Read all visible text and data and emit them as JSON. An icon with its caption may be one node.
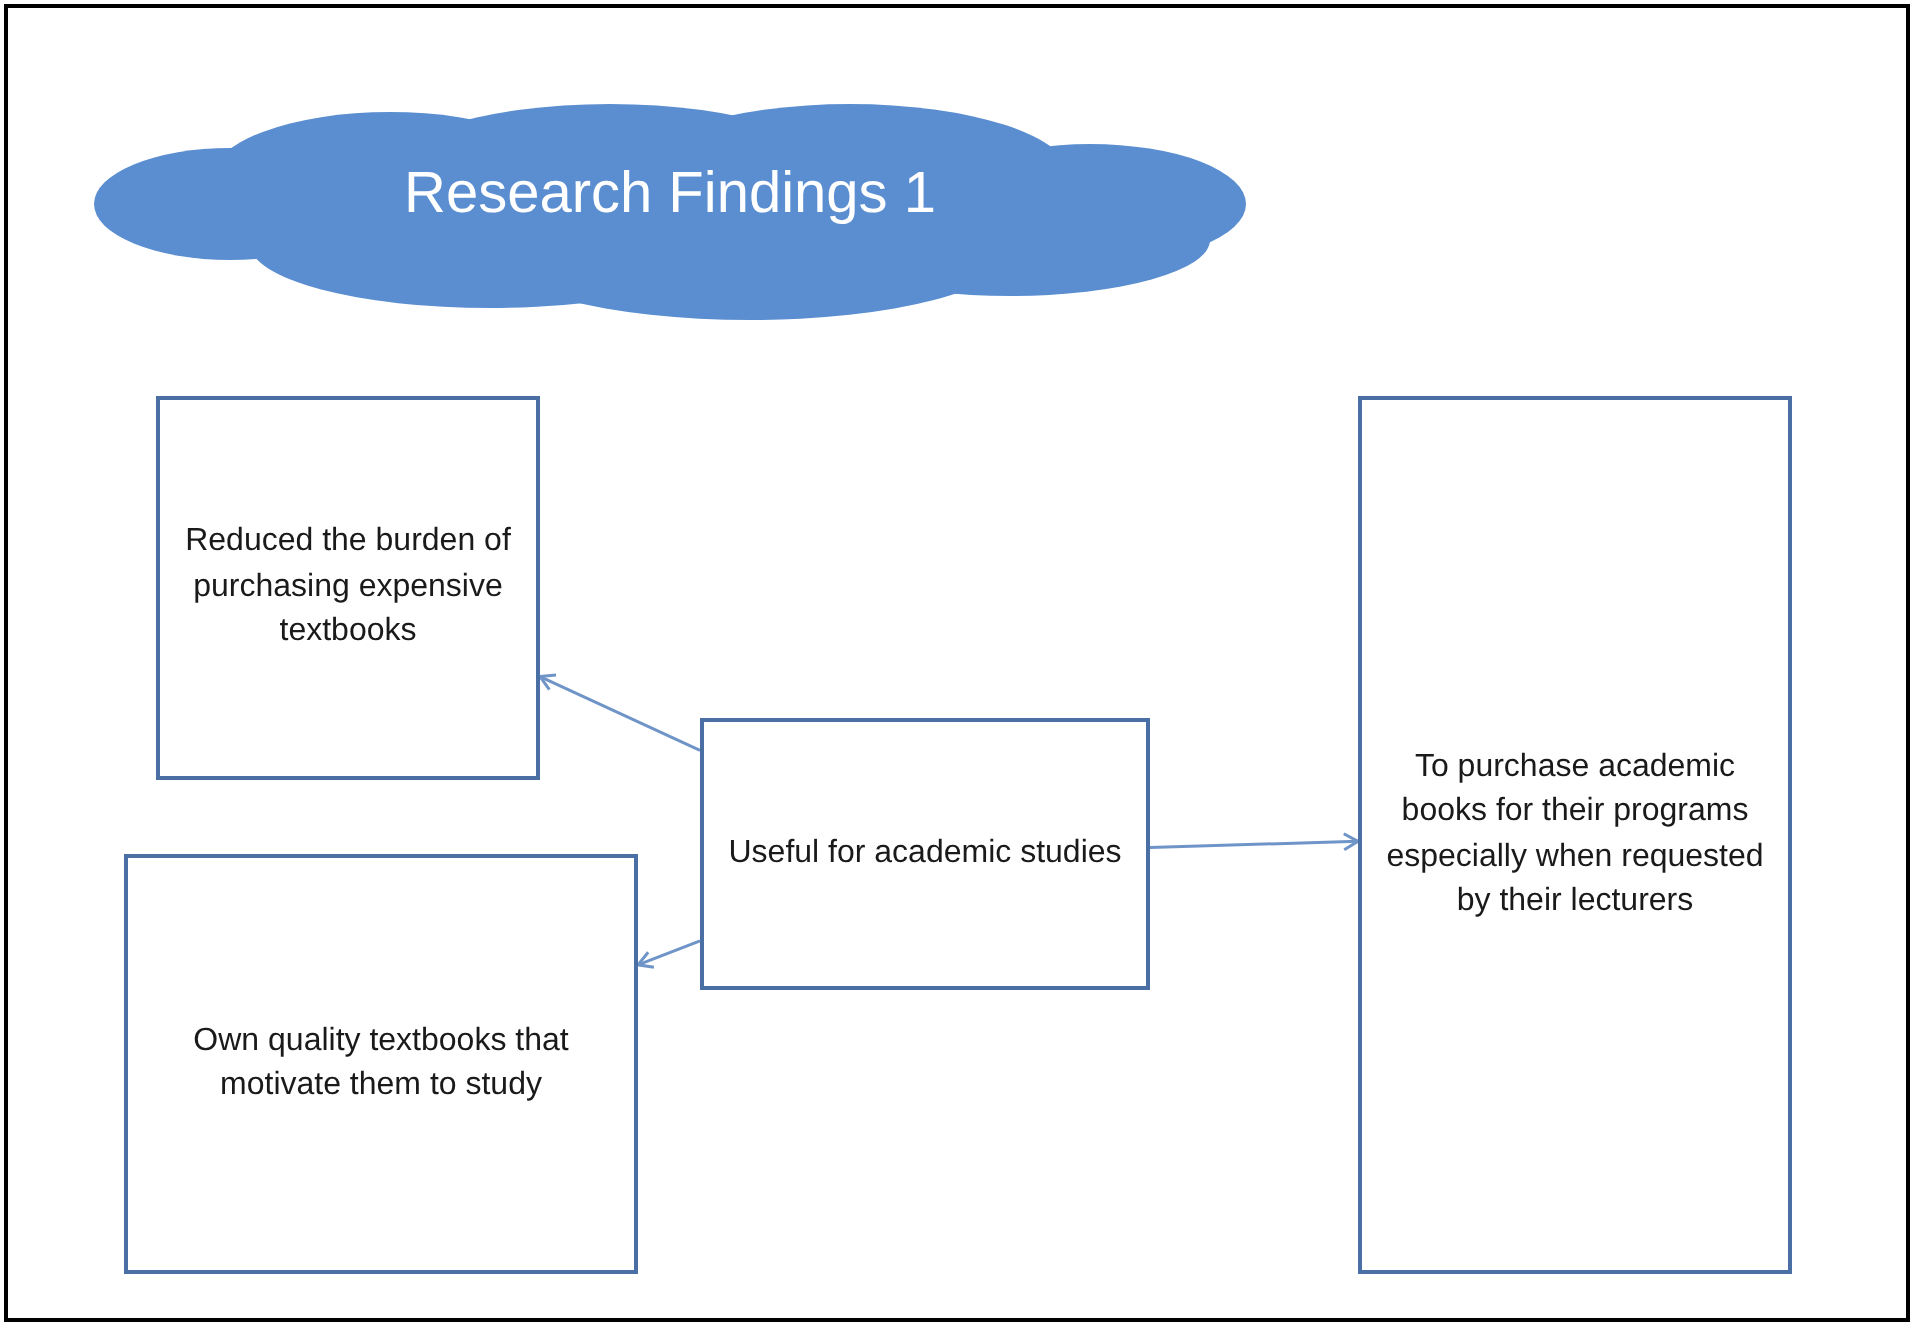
{
  "diagram": {
    "nodes": [
      {
        "text": [
          "Research Findings 1"
        ]
      },
      {
        "text": [
          "Reduced the burden of purchasing expensive textbooks"
        ]
      },
      {
        "text": [
          "To purchase academic books for their programs especially when requested by their lecturers"
        ]
      },
      {
        "text": [
          "Useful for academic studies"
        ]
      },
      {
        "text": [
          "Own quality textbooks that motivate them to study"
        ]
      }
    ],
    "edges": [
      {
        "from": 3,
        "to": 1,
        "arrow": "to"
      },
      {
        "from": 3,
        "to": 2,
        "arrow": "to"
      },
      {
        "from": 3,
        "to": 4,
        "arrow": "to"
      }
    ]
  }
}
